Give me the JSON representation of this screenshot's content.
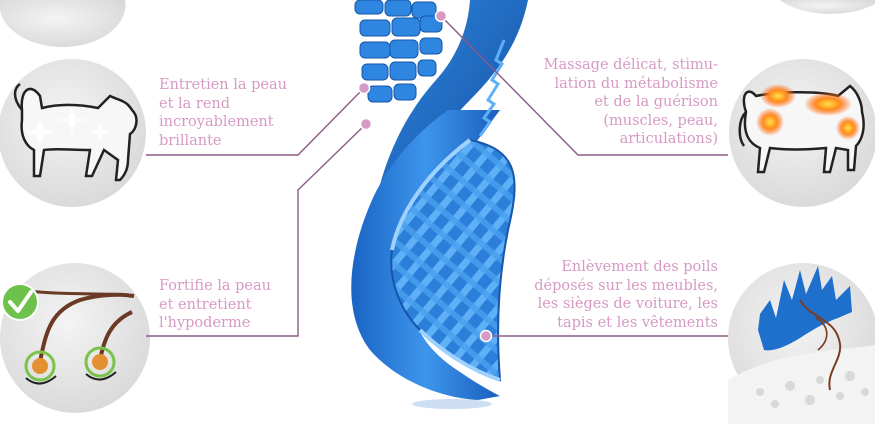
{
  "colors": {
    "accent_pink": "#d79ac4",
    "line_purple": "#8c5a85",
    "brush_blue": "#2b7fd9",
    "circle_grey": "#e2e2e2"
  },
  "captions": {
    "shine": [
      "Entretien la peau",
      "et la rend",
      "incroyablement",
      "brillante"
    ],
    "skin": [
      "Fortifie la peau",
      "et entretient",
      "l'hypoderme"
    ],
    "massage": [
      "Massage délicat, stimu-",
      "lation du métabolisme",
      "et de la guérison",
      "(muscles, peau,",
      "articulations)"
    ],
    "hair": [
      "Enlèvement des poils",
      "déposés sur les meubles,",
      "les sièges de voiture, les",
      "tapis et les vêtements"
    ]
  },
  "icons": {
    "shine": "shiny-cat-icon",
    "skin": "hair-follicle-icon",
    "massage": "heat-cat-icon",
    "hair": "hair-removal-icon",
    "check": "checkmark-icon"
  }
}
